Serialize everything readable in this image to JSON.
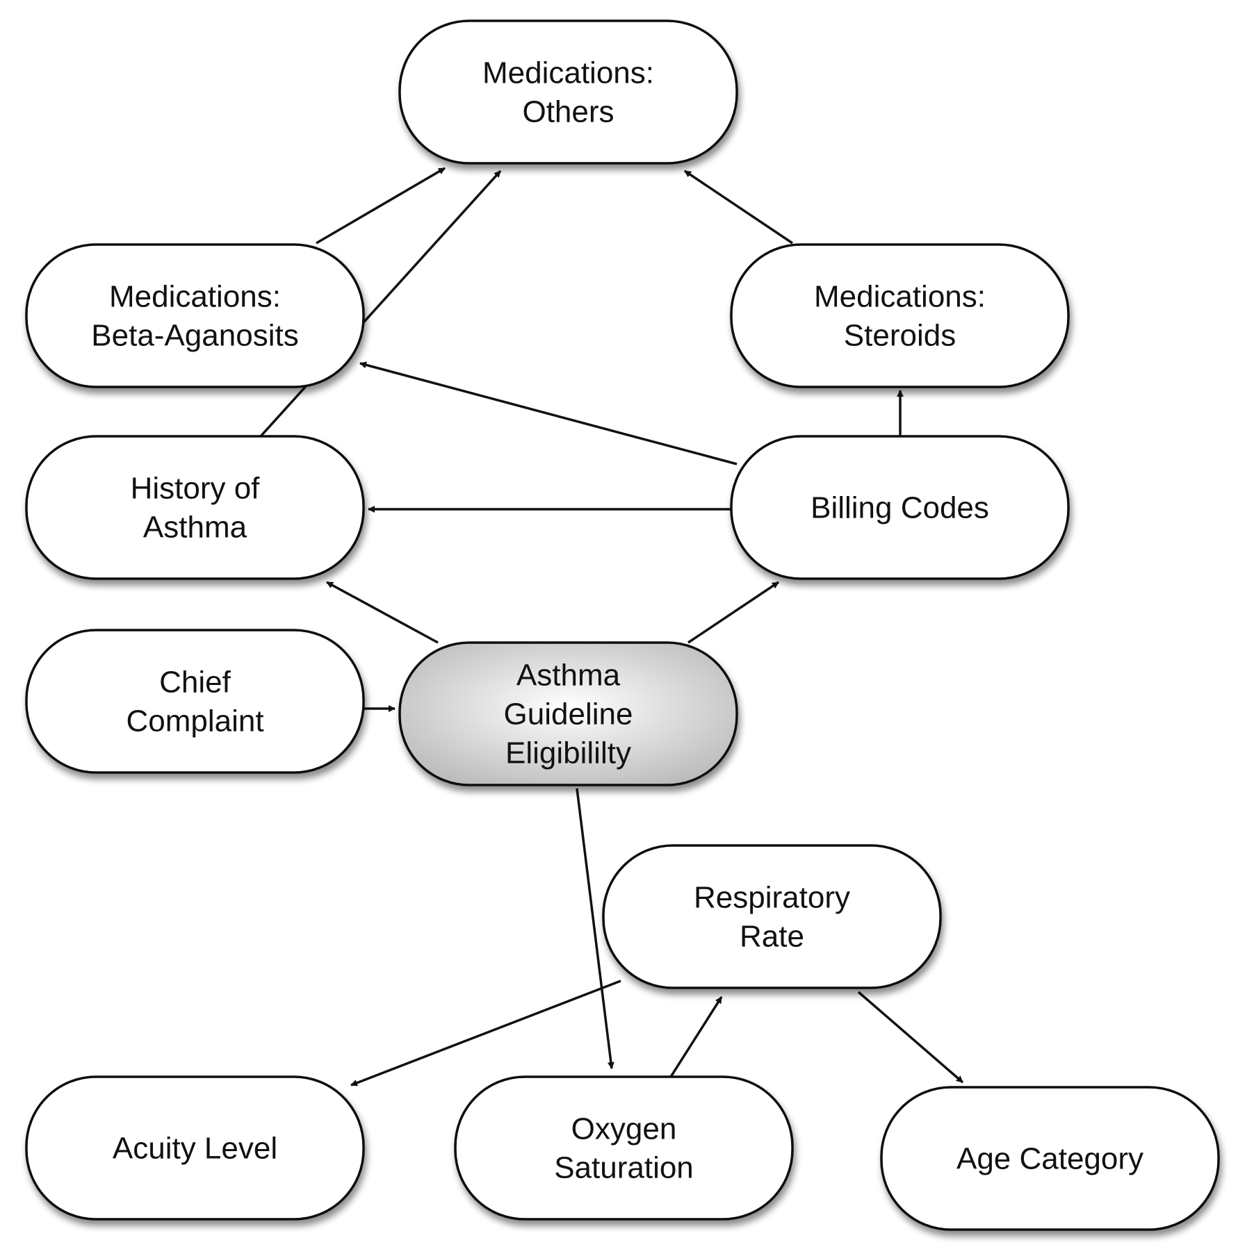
{
  "nodes": [
    {
      "id": "med_others",
      "lines": [
        "Medications:",
        "Others"
      ],
      "fill": "plain"
    },
    {
      "id": "med_beta",
      "lines": [
        "Medications:",
        "Beta-Aganosits"
      ],
      "fill": "plain"
    },
    {
      "id": "med_steroids",
      "lines": [
        "Medications:",
        "Steroids"
      ],
      "fill": "plain"
    },
    {
      "id": "history_asthma",
      "lines": [
        "History of",
        "Asthma"
      ],
      "fill": "plain"
    },
    {
      "id": "billing_codes",
      "lines": [
        "Billing Codes"
      ],
      "fill": "plain"
    },
    {
      "id": "chief_complaint",
      "lines": [
        "Chief",
        "Complaint"
      ],
      "fill": "plain"
    },
    {
      "id": "asthma_eligibility",
      "lines": [
        "Asthma",
        "Guideline",
        "Eligibililty"
      ],
      "fill": "shaded"
    },
    {
      "id": "respiratory_rate",
      "lines": [
        "Respiratory",
        "Rate"
      ],
      "fill": "plain"
    },
    {
      "id": "acuity_level",
      "lines": [
        "Acuity Level"
      ],
      "fill": "plain"
    },
    {
      "id": "oxygen_saturation",
      "lines": [
        "Oxygen",
        "Saturation"
      ],
      "fill": "plain"
    },
    {
      "id": "age_category",
      "lines": [
        "Age Category"
      ],
      "fill": "plain"
    }
  ],
  "edges": [
    {
      "from": "med_beta",
      "to": "med_others"
    },
    {
      "from": "history_asthma",
      "to": "med_others"
    },
    {
      "from": "med_steroids",
      "to": "med_others"
    },
    {
      "from": "billing_codes",
      "to": "med_beta"
    },
    {
      "from": "billing_codes",
      "to": "med_steroids"
    },
    {
      "from": "billing_codes",
      "to": "history_asthma"
    },
    {
      "from": "asthma_eligibility",
      "to": "history_asthma"
    },
    {
      "from": "asthma_eligibility",
      "to": "billing_codes"
    },
    {
      "from": "chief_complaint",
      "to": "asthma_eligibility"
    },
    {
      "from": "asthma_eligibility",
      "to": "oxygen_saturation"
    },
    {
      "from": "respiratory_rate",
      "to": "acuity_level"
    },
    {
      "from": "oxygen_saturation",
      "to": "respiratory_rate"
    },
    {
      "from": "respiratory_rate",
      "to": "age_category"
    }
  ],
  "colors": {
    "stroke": "#111111",
    "node_fill": "#ffffff",
    "shade_light": "#ffffff",
    "shade_dark": "#b8b8b8",
    "shadow": "#9a9a9a"
  }
}
